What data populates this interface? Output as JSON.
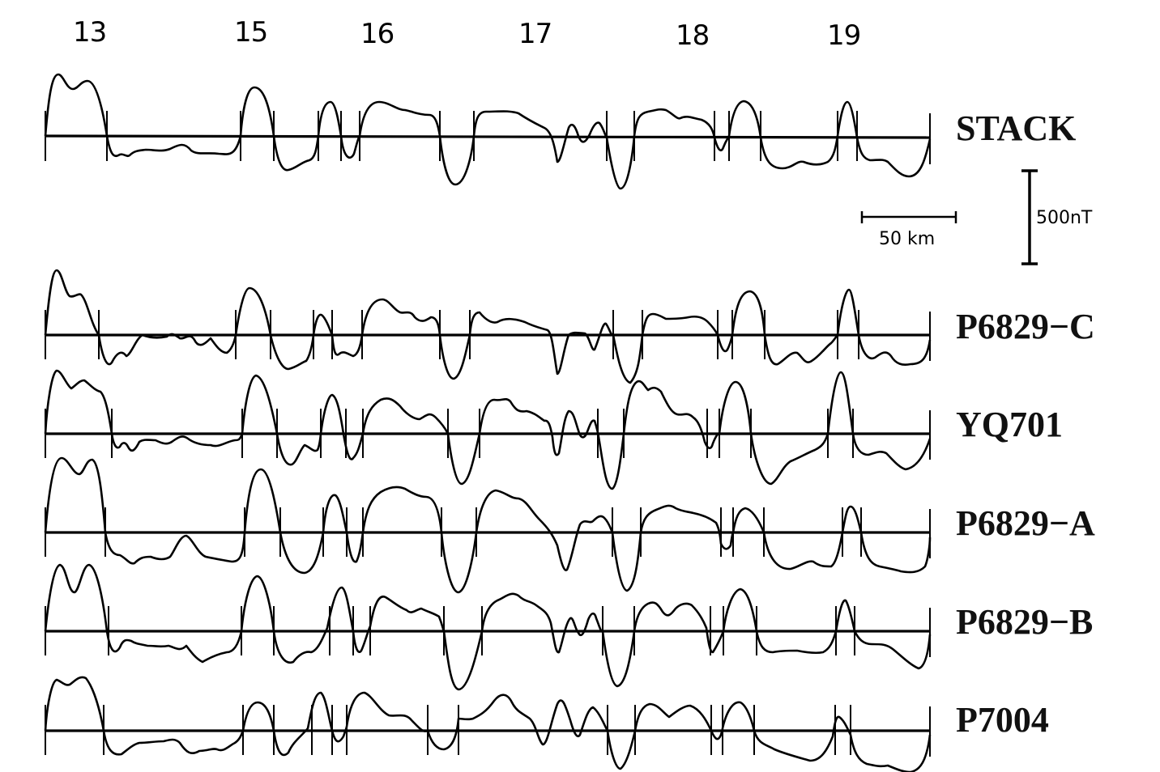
{
  "chart_data": {
    "type": "line",
    "title": "",
    "xlabel": "",
    "ylabel": "",
    "anomaly_labels": [
      "13",
      "15",
      "16",
      "17",
      "18",
      "19"
    ],
    "scale_bars": {
      "horizontal": "50 km",
      "vertical": "500nT"
    },
    "series": [
      {
        "name": "STACK"
      },
      {
        "name": "P6829-C"
      },
      {
        "name": "YQ701"
      },
      {
        "name": "P6829-A"
      },
      {
        "name": "P6829-B"
      },
      {
        "name": "P7004"
      }
    ],
    "grid": false,
    "legend_position": "right (profile labels)"
  },
  "labels": {
    "a13": "13",
    "a15": "15",
    "a16": "16",
    "a17": "17",
    "a18": "18",
    "a19": "19",
    "stack": "STACK",
    "p6829c": "P6829−C",
    "yq701": "YQ701",
    "p6829a": "P6829−A",
    "p6829b": "P6829−B",
    "p7004": "P7004",
    "km": "50 km",
    "nt": "500nT"
  }
}
